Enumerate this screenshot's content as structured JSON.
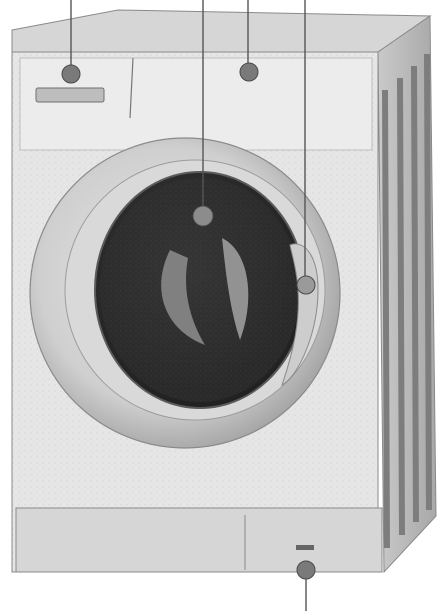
{
  "figure": {
    "subject": "washing-machine",
    "callouts": [
      {
        "id": "detergent-drawer",
        "label": ""
      },
      {
        "id": "control-panel",
        "label": ""
      },
      {
        "id": "drum",
        "label": ""
      },
      {
        "id": "door-handle",
        "label": ""
      },
      {
        "id": "service-flap",
        "label": ""
      }
    ]
  },
  "colors": {
    "background": "#ffffff",
    "body": "#e4e4e4",
    "top": "#d0d0d0",
    "side": "#bdbdbd",
    "side_ribs": "#8c8c8c",
    "door_ring": "#c9c9c9",
    "drum": "#2e2e2e",
    "drum_highlight": "#9a9a9a",
    "callout_marker": "#7a7a7a",
    "leader_line": "#555555"
  }
}
